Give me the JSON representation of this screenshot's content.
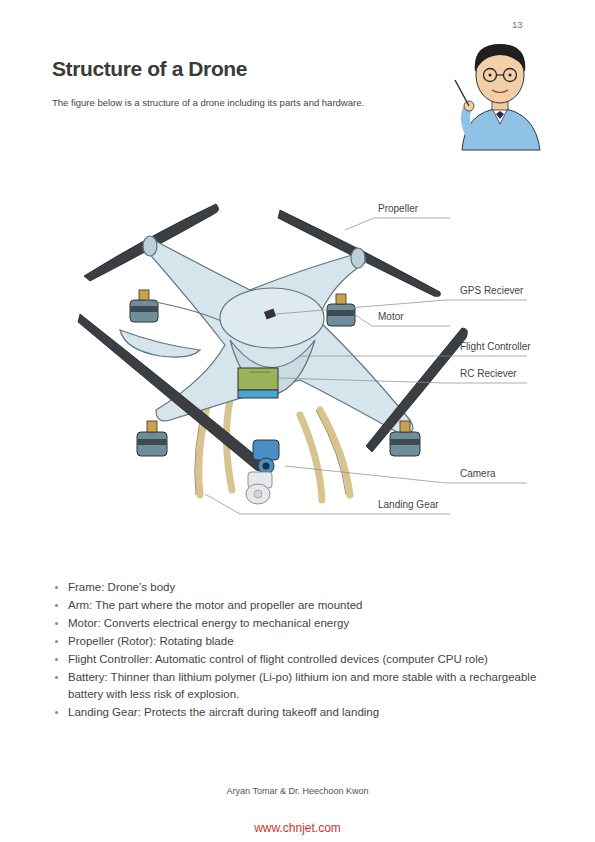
{
  "diagram": {
    "title": "Structure of a Drone",
    "labels": [
      "13",
      "The figure below is a structure of a drone including its parts and hardware.",
      "Propeller",
      "GPS Reciever",
      "Motor",
      "Flight Controller",
      "RC Reciever",
      "Camera",
      "Landing Gear",
      "Frame: Drone’s body",
      "Arm: The part where the motor and propeller are mounted",
      "Motor: Converts electrical energy to mechanical energy",
      "Propeller (Rotor): Rotating blade",
      "Flight Controller: Automatic control of flight controlled devices (computer CPU role)",
      "Battery: Thinner than lithium polymer (Li-po) lithium ion and more stable with a rechargeable battery with less risk of explosion.",
      "Landing Gear: Protects the aircraft during takeoff and landing",
      "Aryan Tomar & Dr. Heechoon Kwon",
      "www.chnjet.com"
    ]
  }
}
